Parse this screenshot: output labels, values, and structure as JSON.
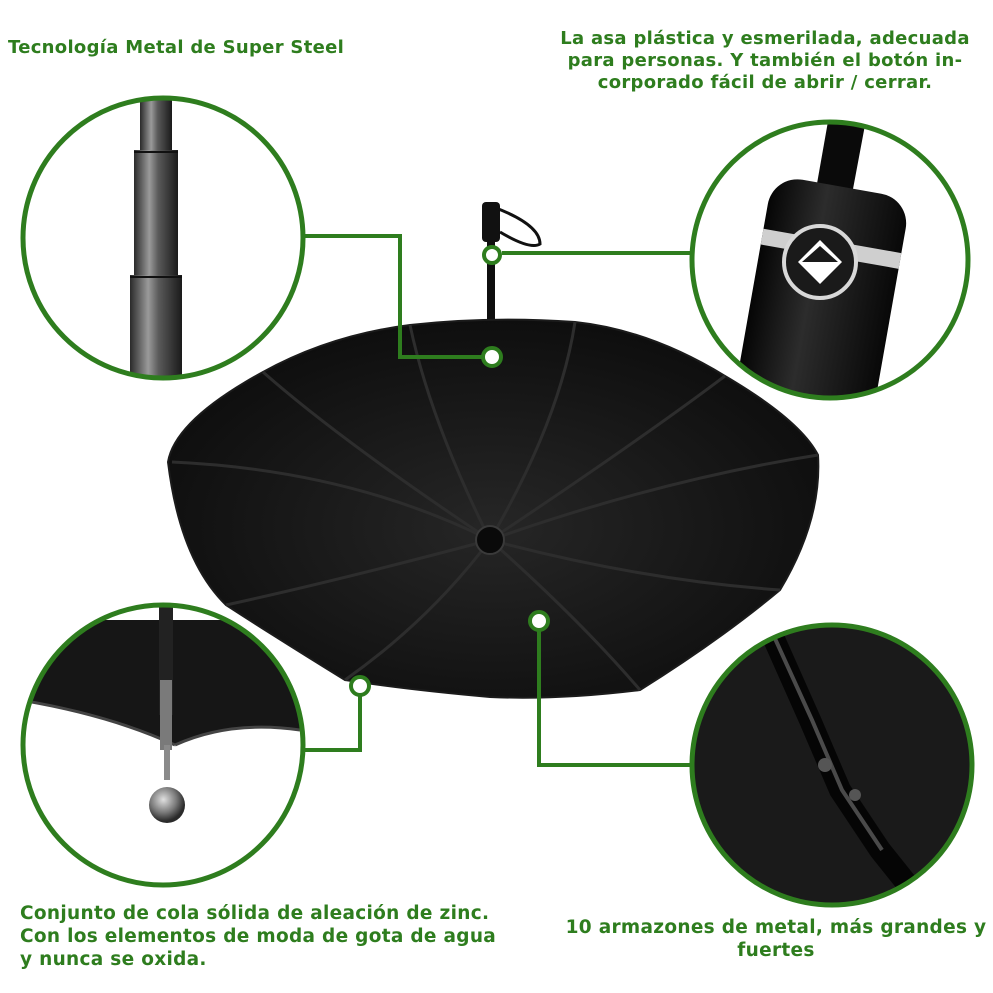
{
  "captions": {
    "top_left": "Tecnología Metal de Super Steel",
    "top_right": "La asa plástica y esmerilada, adecuada\npara personas. Y también el botón in-\ncorporado fácil de abrir / cerrar.",
    "bottom_left": "Conjunto de cola sólida de aleación de zinc.\nCon los elementos de moda de gota de agua\ny nunca se oxida.",
    "bottom_right": "10 armazones de metal, más grandes y\nfuertes"
  },
  "colors": {
    "accent_green": "#2e7d1e",
    "canopy": "#151515",
    "background": "#ffffff"
  },
  "icons": {
    "button": "diamond-arrow-icon"
  }
}
